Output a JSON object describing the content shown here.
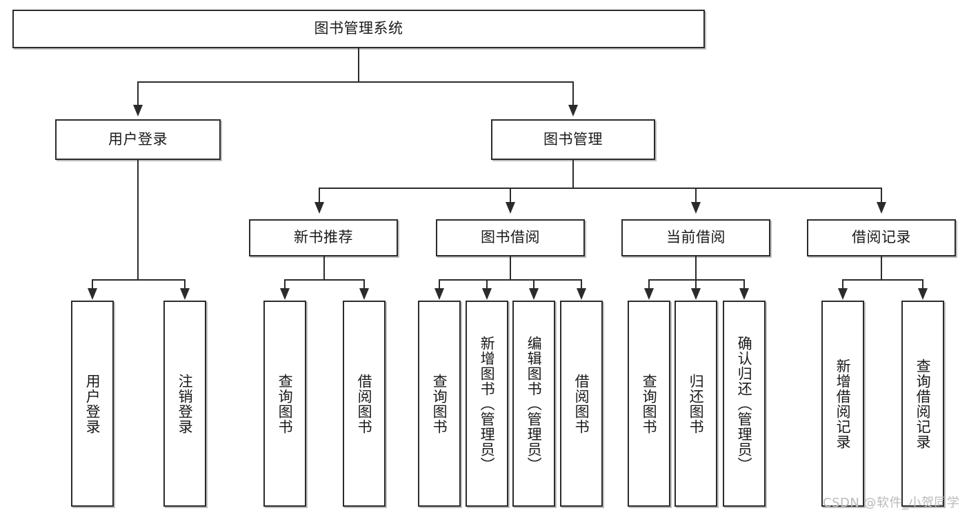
{
  "diagram": {
    "title": "图书管理系统",
    "type": "功能结构图",
    "root": {
      "label": "图书管理系统"
    },
    "level2": [
      {
        "id": "user-login",
        "label": "用户登录"
      },
      {
        "id": "book-manage",
        "label": "图书管理"
      }
    ],
    "level3": [
      {
        "id": "new-book-recommend",
        "label": "新书推荐",
        "parent": "book-manage"
      },
      {
        "id": "book-borrow",
        "label": "图书借阅",
        "parent": "book-manage"
      },
      {
        "id": "current-borrow",
        "label": "当前借阅",
        "parent": "book-manage"
      },
      {
        "id": "borrow-record",
        "label": "借阅记录",
        "parent": "book-manage"
      }
    ],
    "leaves": [
      {
        "id": "leaf-user-login",
        "label": "用户登录",
        "parent": "user-login"
      },
      {
        "id": "leaf-logout-login",
        "label": "注销登录",
        "parent": "user-login"
      },
      {
        "id": "leaf-query-book-1",
        "label": "查询图书",
        "parent": "new-book-recommend"
      },
      {
        "id": "leaf-borrow-book-1",
        "label": "借阅图书",
        "parent": "new-book-recommend"
      },
      {
        "id": "leaf-query-book-2",
        "label": "查询图书",
        "parent": "book-borrow"
      },
      {
        "id": "leaf-add-book",
        "label": "新增图书（管理员）",
        "parent": "book-borrow"
      },
      {
        "id": "leaf-edit-book",
        "label": "编辑图书（管理员）",
        "parent": "book-borrow"
      },
      {
        "id": "leaf-borrow-book-2",
        "label": "借阅图书",
        "parent": "book-borrow"
      },
      {
        "id": "leaf-query-book-3",
        "label": "查询图书",
        "parent": "current-borrow"
      },
      {
        "id": "leaf-return-book",
        "label": "归还图书",
        "parent": "current-borrow"
      },
      {
        "id": "leaf-confirm-return",
        "label": "确认归还（管理员）",
        "parent": "current-borrow"
      },
      {
        "id": "leaf-add-record",
        "label": "新增借阅记录",
        "parent": "borrow-record"
      },
      {
        "id": "leaf-query-record",
        "label": "查询借阅记录",
        "parent": "borrow-record"
      }
    ],
    "watermark": "CSDN @软件_小贺同学",
    "colors": {
      "stroke": "#2b2b2b",
      "fill": "#ffffff",
      "text": "#1a1a1a",
      "watermark": "#b9b9b9",
      "background": "#ffffff"
    }
  }
}
